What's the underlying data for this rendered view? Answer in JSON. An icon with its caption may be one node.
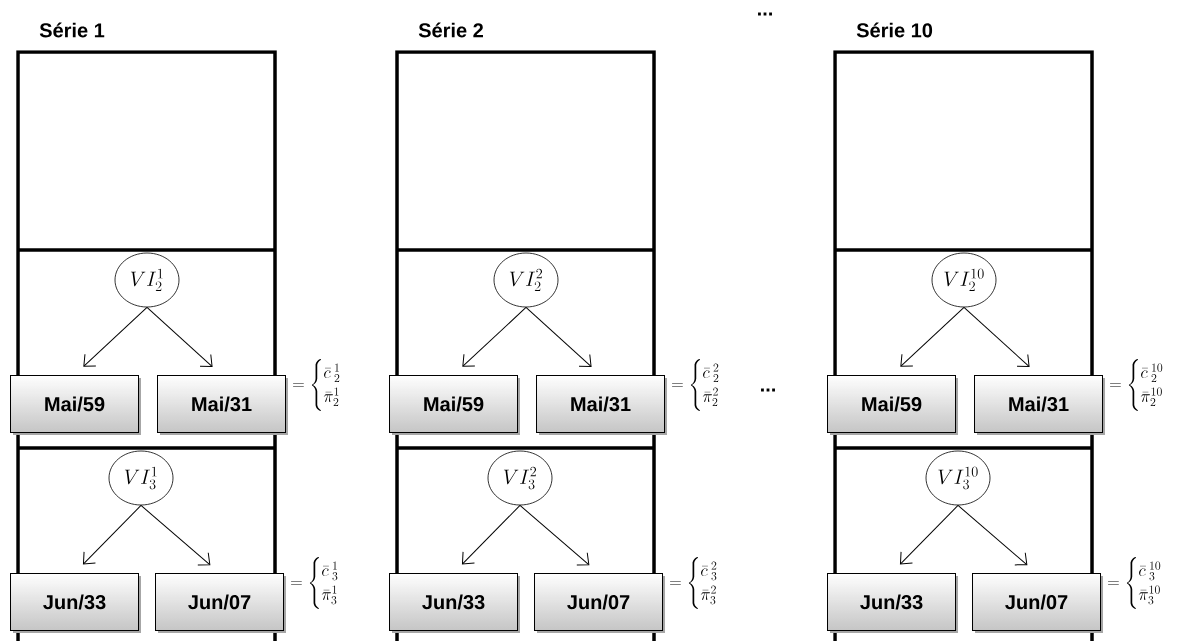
{
  "diagram": {
    "nodes": [
      {
        "text": [
          "Série 1"
        ]
      },
      {
        "text": [
          "VI_2^1"
        ],
        "in": 0
      },
      {
        "text": [
          "Mai/59"
        ],
        "in": 0
      },
      {
        "text": [
          "Mai/31"
        ],
        "in": 0
      },
      {
        "text": [
          "VI_3^1"
        ],
        "in": 0
      },
      {
        "text": [
          "Jun/33"
        ],
        "in": 0
      },
      {
        "text": [
          "Jun/07"
        ],
        "in": 0
      },
      {
        "text": [
          "Série 2"
        ]
      },
      {
        "text": [
          "VI_2^2"
        ],
        "in": 7
      },
      {
        "text": [
          "Mai/59"
        ],
        "in": 7
      },
      {
        "text": [
          "Mai/31"
        ],
        "in": 7
      },
      {
        "text": [
          "VI_3^2"
        ],
        "in": 7
      },
      {
        "text": [
          "Jun/33"
        ],
        "in": 7
      },
      {
        "text": [
          "Jun/07"
        ],
        "in": 7
      },
      {
        "text": [
          "Série 10"
        ]
      },
      {
        "text": [
          "VI_2^{10}"
        ],
        "in": 14
      },
      {
        "text": [
          "Mai/59"
        ],
        "in": 14
      },
      {
        "text": [
          "Mai/31"
        ],
        "in": 14
      },
      {
        "text": [
          "VI_3^{10}"
        ],
        "in": 14
      },
      {
        "text": [
          "Jun/33"
        ],
        "in": 14
      },
      {
        "text": [
          "Jun/07"
        ],
        "in": 14
      }
    ],
    "edges": [
      {
        "from": 1,
        "to": 2,
        "arrow": "to"
      },
      {
        "from": 1,
        "to": 3,
        "arrow": "to"
      },
      {
        "from": 4,
        "to": 5,
        "arrow": "to"
      },
      {
        "from": 4,
        "to": 6,
        "arrow": "to"
      },
      {
        "from": 8,
        "to": 9,
        "arrow": "to"
      },
      {
        "from": 8,
        "to": 10,
        "arrow": "to"
      },
      {
        "from": 11,
        "to": 12,
        "arrow": "to"
      },
      {
        "from": 11,
        "to": 13,
        "arrow": "to"
      },
      {
        "from": 15,
        "to": 16,
        "arrow": "to"
      },
      {
        "from": 15,
        "to": 17,
        "arrow": "to"
      },
      {
        "from": 18,
        "to": 19,
        "arrow": "to"
      },
      {
        "from": 18,
        "to": 20,
        "arrow": "to"
      }
    ],
    "labels": [
      "...",
      "=\\begin{cases}\\bar{c}^{\\;1}_{\\;2}\\\\ \\bar{\\pi}^{1}_{2}\\end{cases}",
      "=\\begin{cases}\\bar{c}^{\\;2}_{\\;2}\\\\ \\bar{\\pi}^{2}_{2}\\end{cases}",
      "...",
      "=\\begin{cases}\\bar{c}^{\\;10}_{\\;2}\\\\ \\bar{\\pi}^{10}_{2}\\end{cases}",
      "=\\begin{cases}\\bar{c}^{\\;1}_{\\;3}\\\\ \\bar{\\pi}^{1}_{3}\\end{cases}",
      "=\\begin{cases}\\bar{c}^{\\;2}_{\\;3}\\\\ \\bar{\\pi}^{2}_{3}\\end{cases}",
      "=\\begin{cases}\\bar{c}^{\\;10}_{\\;3}\\\\ \\bar{\\pi}^{10}_{3}\\end{cases}"
    ]
  }
}
